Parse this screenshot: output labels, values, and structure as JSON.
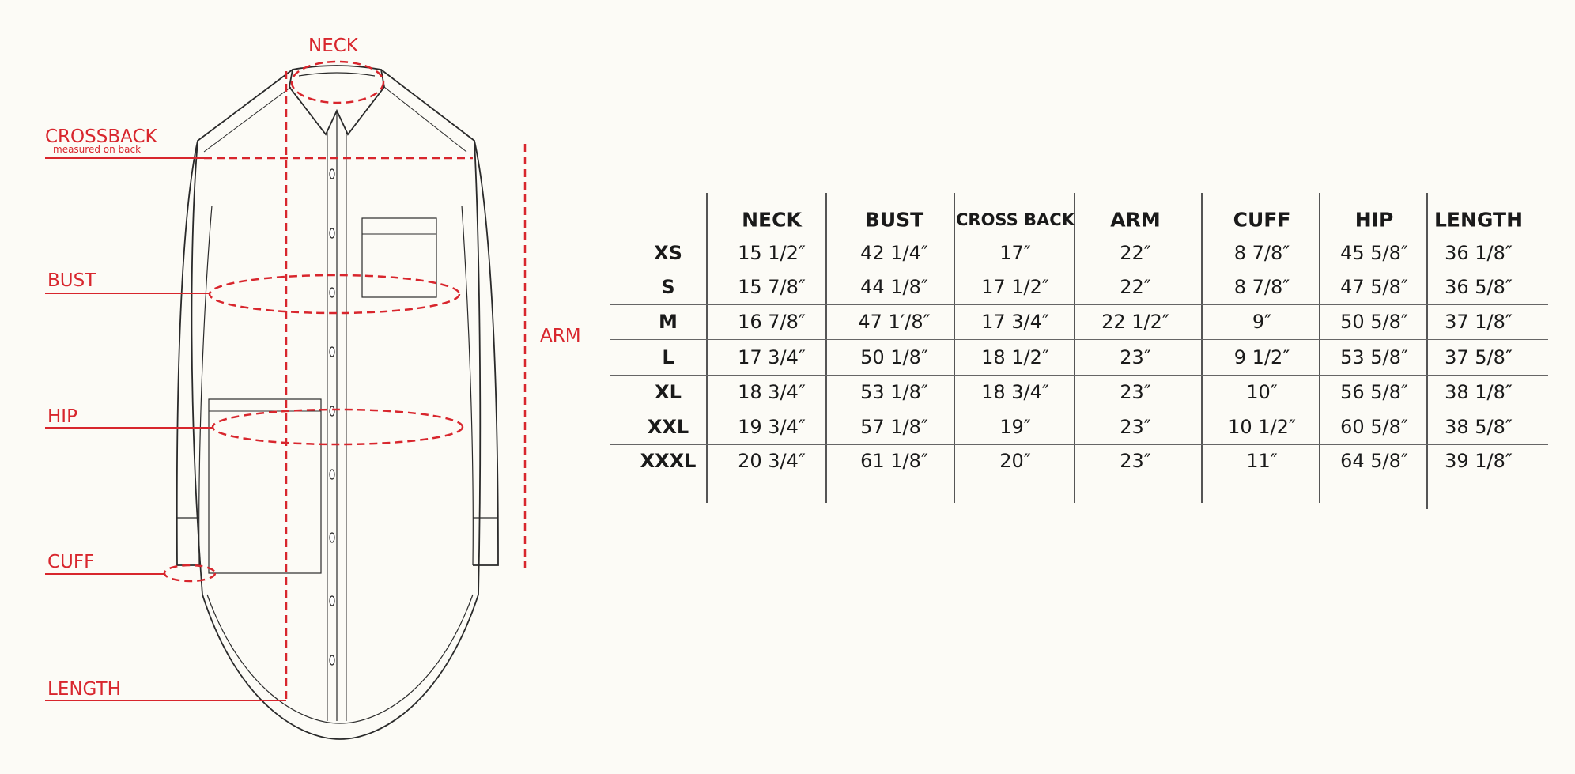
{
  "labels": {
    "neck": "NECK",
    "crossback": "CROSSBACK",
    "crossback_note": "measured on back",
    "bust": "BUST",
    "hip": "HIP",
    "cuff": "CUFF",
    "length": "LENGTH",
    "arm": "ARM"
  },
  "colors": {
    "accent": "#d8262d",
    "line": "#2a2a2a",
    "background": "#fcfbf6"
  },
  "table": {
    "headers": [
      "NECK",
      "BUST",
      "CROSS BACK",
      "ARM",
      "CUFF",
      "HIP",
      "LENGTH"
    ],
    "rows": [
      {
        "size": "XS",
        "values": [
          "15 1/2″",
          "42 1/4″",
          "17″",
          "22″",
          "8 7/8″",
          "45 5/8″",
          "36 1/8″"
        ]
      },
      {
        "size": "S",
        "values": [
          "15 7/8″",
          "44 1/8″",
          "17 1/2″",
          "22″",
          "8 7/8″",
          "47 5/8″",
          "36 5/8″"
        ]
      },
      {
        "size": "M",
        "values": [
          "16 7/8″",
          "47 1′/8″",
          "17 3/4″",
          "22 1/2″",
          "9″",
          "50 5/8″",
          "37 1/8″"
        ]
      },
      {
        "size": "L",
        "values": [
          "17 3/4″",
          "50 1/8″",
          "18 1/2″",
          "23″",
          "9 1/2″",
          "53 5/8″",
          "37 5/8″"
        ]
      },
      {
        "size": "XL",
        "values": [
          "18 3/4″",
          "53 1/8″",
          "18 3/4″",
          "23″",
          "10″",
          "56 5/8″",
          "38 1/8″"
        ]
      },
      {
        "size": "XXL",
        "values": [
          "19 3/4″",
          "57 1/8″",
          "19″",
          "23″",
          "10 1/2″",
          "60 5/8″",
          "38 5/8″"
        ]
      },
      {
        "size": "XXXL",
        "values": [
          "20 3/4″",
          "61 1/8″",
          "20″",
          "23″",
          "11″",
          "64 5/8″",
          "39 1/8″"
        ]
      }
    ]
  }
}
